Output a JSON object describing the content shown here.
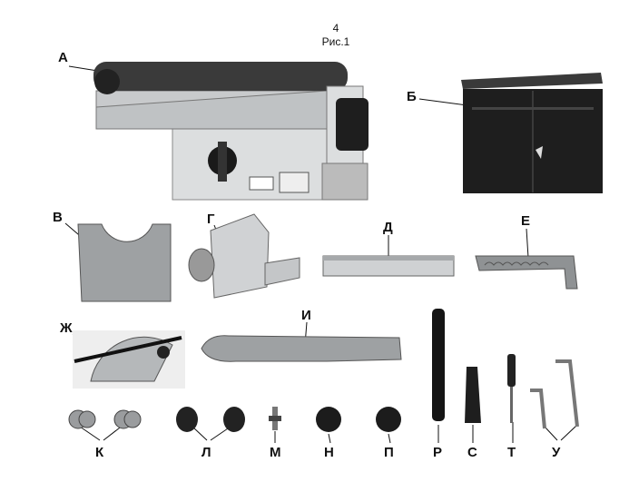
{
  "page": {
    "number": "4",
    "figure_caption": "Рис.1"
  },
  "parts": {
    "A": "А",
    "B": "Б",
    "V": "В",
    "G": "Г",
    "D": "Д",
    "E": "Е",
    "ZH": "Ж",
    "I": "И",
    "K": "К",
    "L": "Л",
    "M": "М",
    "N": "Н",
    "P": "П",
    "R": "Р",
    "S": "С",
    "T": "Т",
    "U": "У"
  },
  "colors": {
    "metal_light": "#c8cacc",
    "metal_dark": "#2a2a2a",
    "belt": "#3a3a3a",
    "cabinet": "#1e1e1e"
  }
}
